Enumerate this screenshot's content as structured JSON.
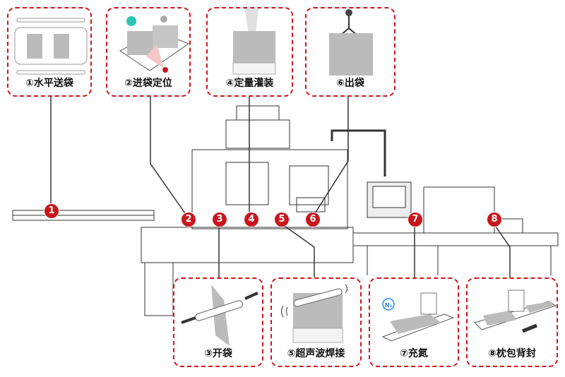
{
  "steps": [
    {
      "num": "1",
      "label": "①水平送袋"
    },
    {
      "num": "2",
      "label": "②进袋定位"
    },
    {
      "num": "3",
      "label": "③开袋"
    },
    {
      "num": "4",
      "label": "④定量灌装"
    },
    {
      "num": "5",
      "label": "⑤超声波焊接"
    },
    {
      "num": "6",
      "label": "⑥出袋"
    },
    {
      "num": "7",
      "label": "⑦充氮"
    },
    {
      "num": "8",
      "label": "⑧枕包背封"
    }
  ],
  "nitrogen_badge": "N₂",
  "colors": {
    "accent": "#c8161d",
    "line": "#333333",
    "bag": "#b9b9b9",
    "check": "#2ec4b6",
    "n2": "#1e88e5"
  }
}
